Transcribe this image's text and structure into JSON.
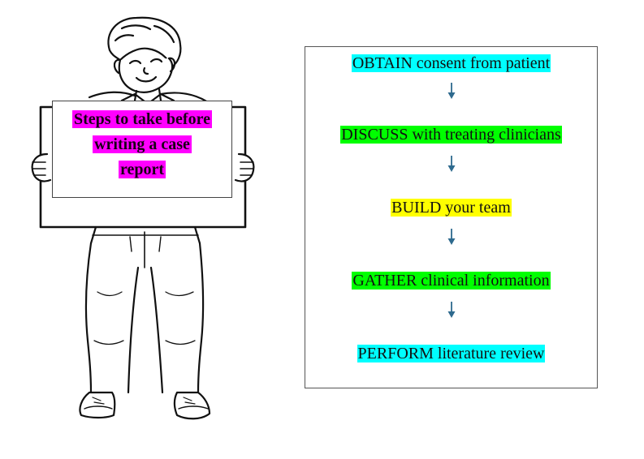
{
  "sign": {
    "lines": [
      "Steps to take before",
      "writing a case",
      "report"
    ],
    "highlight_color": "#ff00ff"
  },
  "figure_icon": "cartoon-man-holding-sign",
  "flow": {
    "arrow_color": "#2e6a8e",
    "steps": [
      {
        "text": "OBTAIN consent from patient",
        "color": "#00ffff"
      },
      {
        "text": "DISCUSS with treating clinicians",
        "color": "#00ff00"
      },
      {
        "text": "BUILD your team",
        "color": "#ffff00"
      },
      {
        "text": "GATHER clinical information",
        "color": "#00ff00"
      },
      {
        "text": "PERFORM literature review",
        "color": "#00ffff"
      }
    ]
  }
}
